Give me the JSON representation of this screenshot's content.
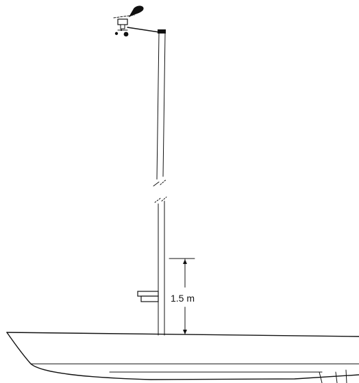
{
  "diagram": {
    "height_label": "1.5 m",
    "line_color": "#111111",
    "background": "#ffffff",
    "components": [
      "wind-sensor",
      "support-mast",
      "sensor-box",
      "boat-hull",
      "height-dimension"
    ]
  }
}
